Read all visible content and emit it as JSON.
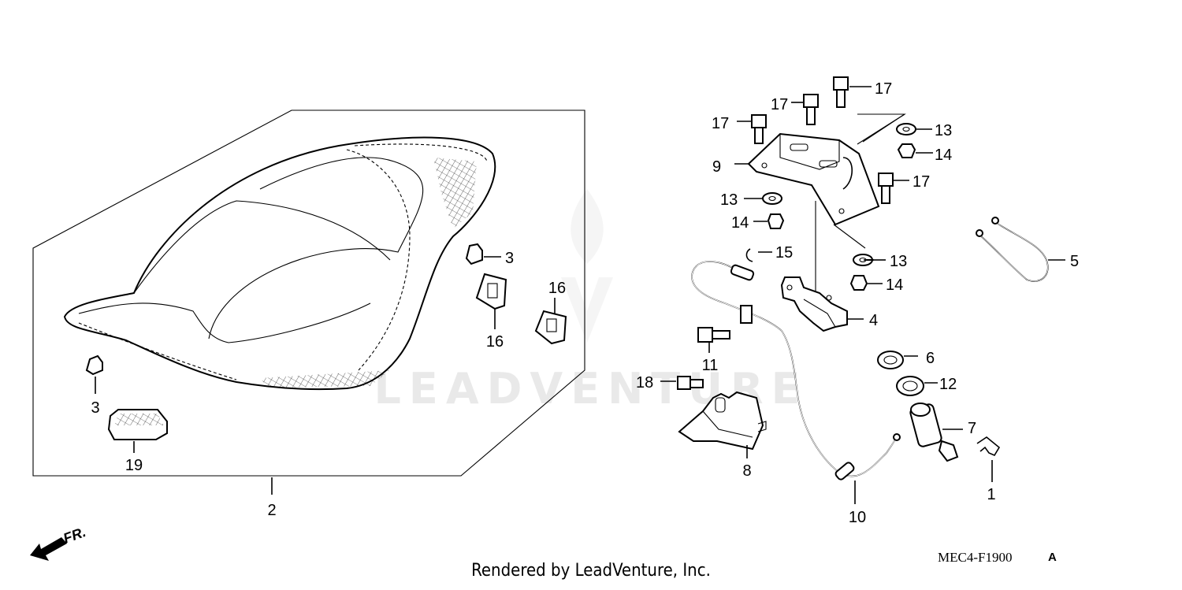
{
  "watermark": "LEADVENTURE",
  "footer": "Rendered by LeadVenture, Inc.",
  "diagram_code": "MEC4-F1900",
  "diagram_code_suffix": "A",
  "front_marker": "FR.",
  "callouts": {
    "c1": "1",
    "c2": "2",
    "c3a": "3",
    "c3b": "3",
    "c4": "4",
    "c5": "5",
    "c6": "6",
    "c7": "7",
    "c8": "8",
    "c9": "9",
    "c10": "10",
    "c11": "11",
    "c12": "12",
    "c13a": "13",
    "c13b": "13",
    "c13c": "13",
    "c14a": "14",
    "c14b": "14",
    "c14c": "14",
    "c15": "15",
    "c16a": "16",
    "c16b": "16",
    "c17a": "17",
    "c17b": "17",
    "c17c": "17",
    "c17d": "17",
    "c18": "18",
    "c19": "19"
  }
}
